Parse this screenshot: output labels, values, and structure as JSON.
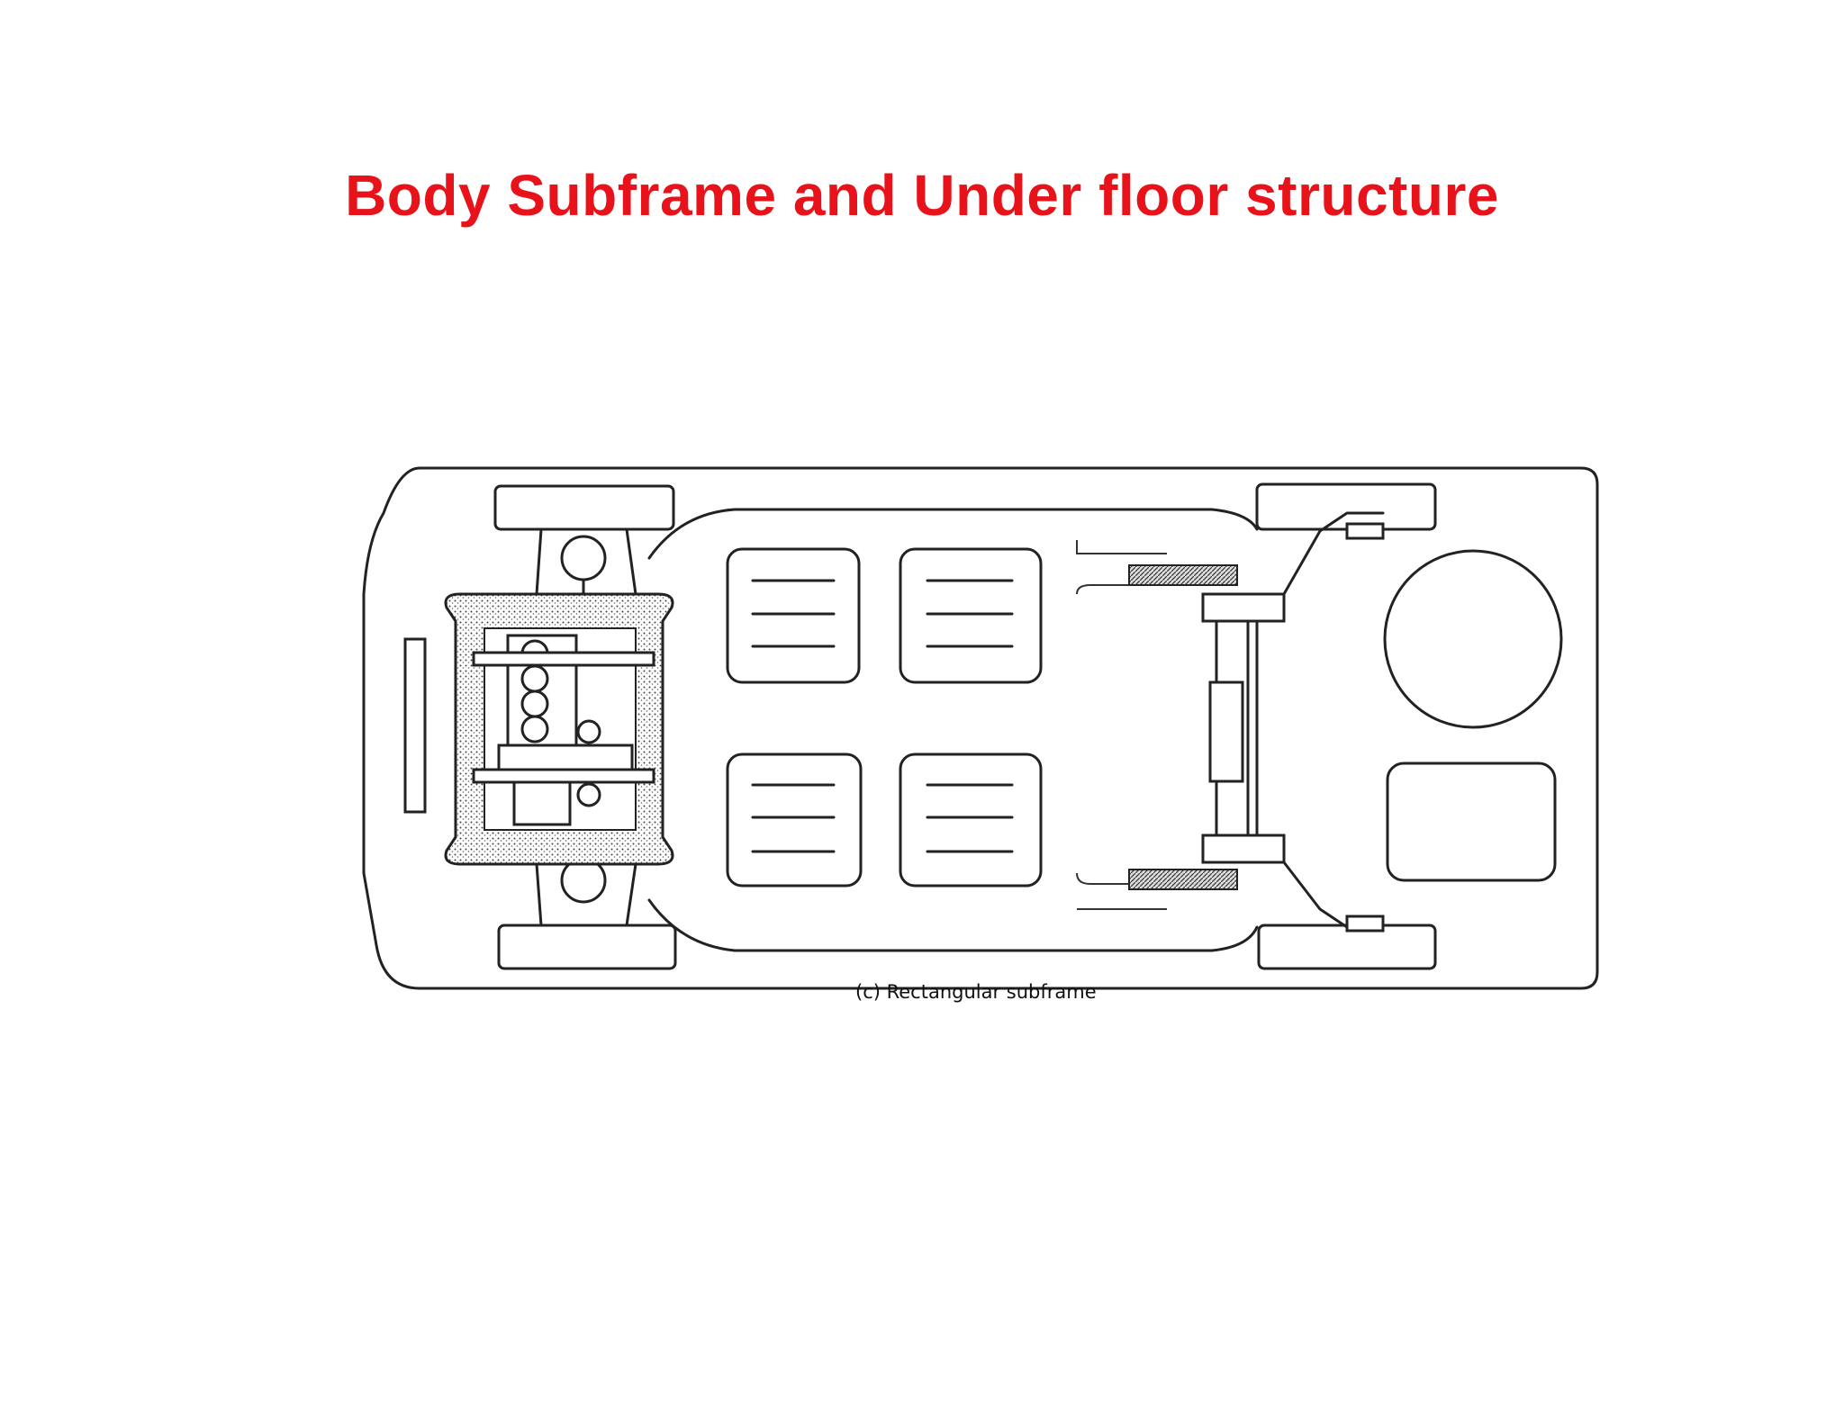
{
  "slide": {
    "title": "Body Subframe and Under floor structure",
    "title_color": "#e8131a",
    "caption": "(c)  Rectangular subframe"
  },
  "diagram": {
    "parts": [
      "car-body-outline",
      "front-wheel",
      "rear-wheel",
      "engine-block",
      "rectangular-subframe",
      "seat",
      "rear-axle",
      "spare-wheel",
      "fuel-tank"
    ]
  }
}
